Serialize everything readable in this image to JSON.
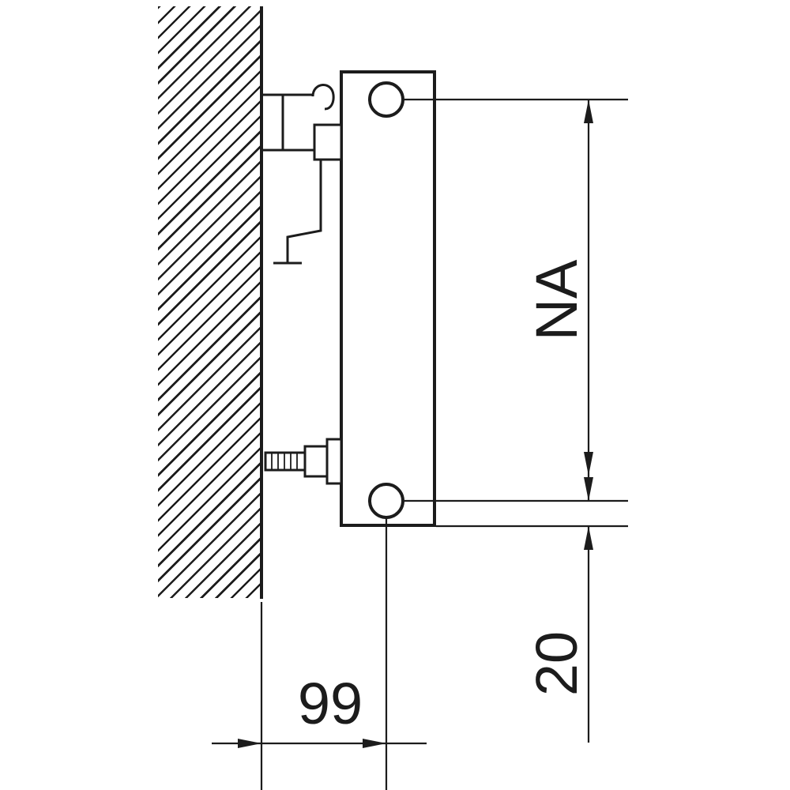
{
  "drawing": {
    "dimensions": {
      "na_label": "NA",
      "offset_label": "20",
      "wall_distance_label": "99"
    },
    "colors": {
      "line": "#1c1c1c",
      "background": "#ffffff"
    }
  }
}
